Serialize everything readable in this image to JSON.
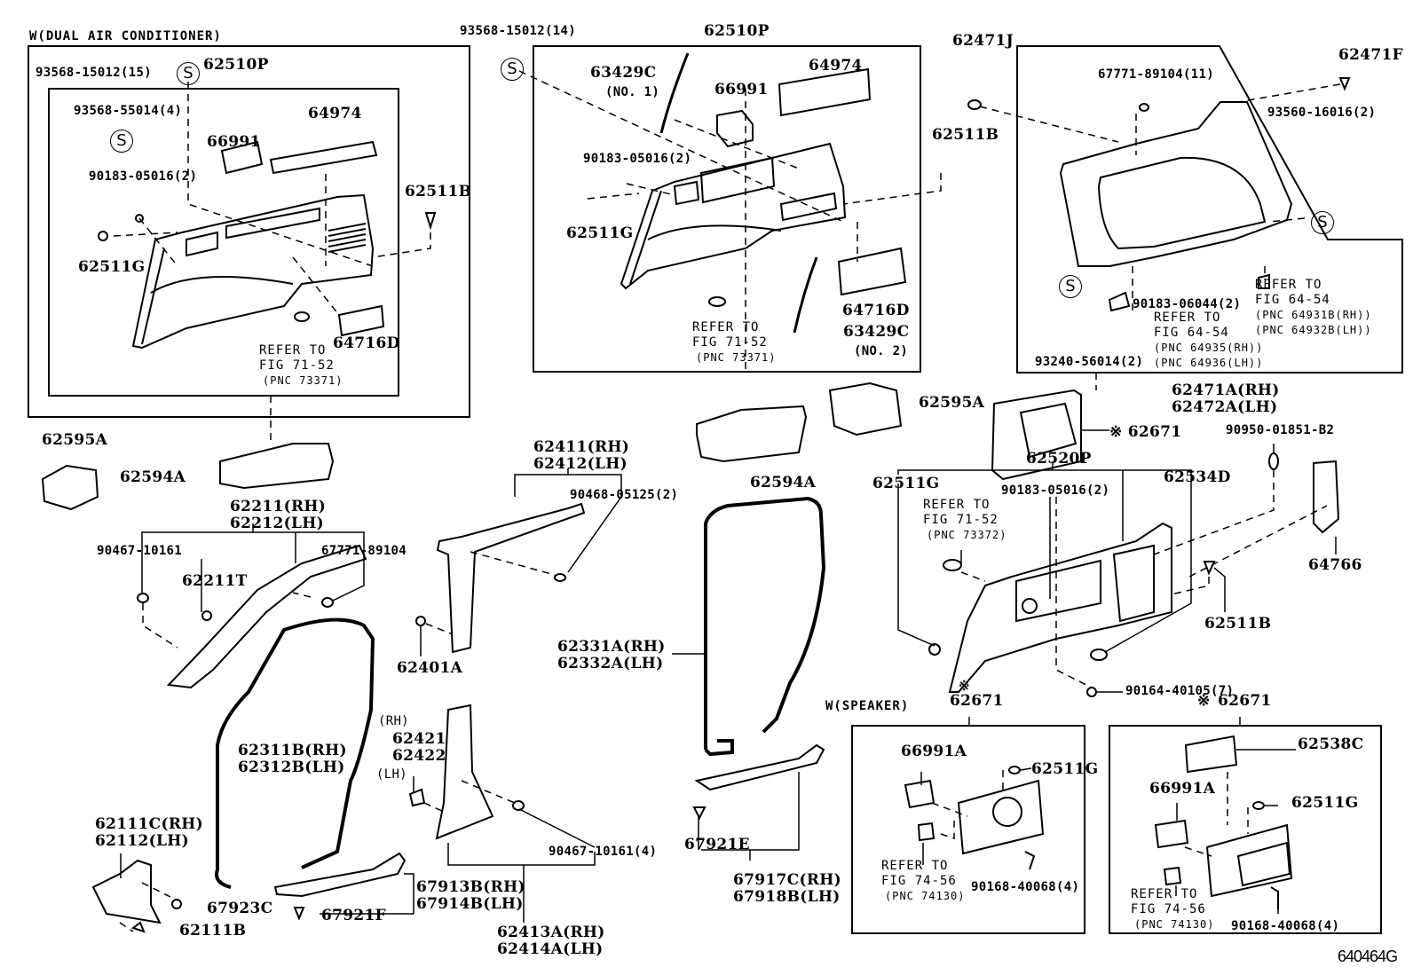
{
  "diagram": {
    "figure_code": "640464G",
    "sections": {
      "dual_ac": {
        "header": "W(DUAL AIR CONDITIONER)"
      },
      "speaker_left": {
        "header": "W(SPEAKER)",
        "title": "62671",
        "marker": "※"
      },
      "speaker_right": {
        "title": "62671",
        "marker": "※"
      }
    },
    "symbol_s": "S",
    "labels": {
      "dual_93568_15012": "93568-15012(15)",
      "dual_62510P": "62510P",
      "dual_93568_55014": "93568-55014(4)",
      "dual_64974": "64974",
      "dual_66991": "66991",
      "dual_90183_05016": "90183-05016(2)",
      "dual_62511B": "62511B",
      "dual_62511G": "62511G",
      "dual_64716D": "64716D",
      "dual_ref": [
        "REFER TO",
        "FIG 71-52",
        "(PNC 73371)"
      ],
      "mid_93568_15012": "93568-15012(14)",
      "mid_62510P": "62510P",
      "mid_63429C_1": "63429C",
      "mid_63429C_1_note": "(NO. 1)",
      "mid_66991": "66991",
      "mid_64974": "64974",
      "mid_90183_05016": "90183-05016(2)",
      "mid_62511G": "62511G",
      "mid_62511B": "62511B",
      "mid_ref": [
        "REFER TO",
        "FIG 71-52",
        "(PNC 73371)"
      ],
      "mid_63429C_2": "63429C",
      "mid_63429C_2_note": "(NO. 2)",
      "mid_64716D": "64716D",
      "r_62471J": "62471J",
      "r_62471F": "62471F",
      "r_67771_89104": "67771-89104(11)",
      "r_93560_16016": "93560-16016(2)",
      "r_90183_06044": "90183-06044(2)",
      "r_ref1": [
        "REFER TO",
        "FIG 64-54",
        "(PNC 64935(RH))",
        "(PNC 64936(LH))"
      ],
      "r_ref2": [
        "REFER TO",
        "FIG 64-54",
        "(PNC 64931B(RH))",
        "(PNC 64932B(LH))"
      ],
      "r_93240_56014": "93240-56014(2)",
      "r_62471A": [
        "62471A(RH)",
        "62472A(LH)"
      ],
      "l_62595A": "62595A",
      "l_62594A": "62594A",
      "l_62211": [
        "62211(RH)",
        "62212(LH)"
      ],
      "l_90467_10161": "90467-10161",
      "l_67771_89104": "67771-89104",
      "l_62211T": "62211T",
      "l_62311B": [
        "62311B(RH)",
        "62312B(LH)"
      ],
      "l_62111C": [
        "62111C(RH)",
        "62112(LH)"
      ],
      "l_67923C": "67923C",
      "l_62111B": "62111B",
      "l_67921F": "67921F",
      "l_67913B": [
        "67913B(RH)",
        "67914B(LH)"
      ],
      "c_62411": [
        "62411(RH)",
        "62412(LH)"
      ],
      "c_90468_05125": "90468-05125(2)",
      "c_62401A": "62401A",
      "c_62421_rh": "(RH)",
      "c_62421": [
        "62421",
        "62422"
      ],
      "c_62421_lh": "(LH)",
      "c_90467_10161": "90467-10161(4)",
      "c_62413A": [
        "62413A(RH)",
        "62414A(LH)"
      ],
      "m_62594A": "62594A",
      "m_62595A": "62595A",
      "m_62331A": [
        "62331A(RH)",
        "62332A(LH)"
      ],
      "m_67921E": "67921E",
      "m_67917C": [
        "67917C(RH)",
        "67918B(LH)"
      ],
      "rb_62671": "※ 62671",
      "rb_62520P": "62520P",
      "rb_90950": "90950-01851-B2",
      "rb_62511G": "62511G",
      "rb_ref": [
        "REFER TO",
        "FIG 71-52",
        "(PNC 73372)"
      ],
      "rb_90183_05016": "90183-05016(2)",
      "rb_62534D": "62534D",
      "rb_64766": "64766",
      "rb_62511B": "62511B",
      "rb_90164_40105": "90164-40105(7)",
      "sp1_66991A": "66991A",
      "sp1_62511G": "62511G",
      "sp1_ref": [
        "REFER TO",
        "FIG 74-56",
        "(PNC 74130)"
      ],
      "sp1_90168_40068": "90168-40068(4)",
      "sp2_62538C": "62538C",
      "sp2_66991A": "66991A",
      "sp2_62511G": "62511G",
      "sp2_ref": [
        "REFER TO",
        "FIG 74-56",
        "(PNC 74130)"
      ],
      "sp2_90168_40068": "90168-40068(4)"
    }
  }
}
